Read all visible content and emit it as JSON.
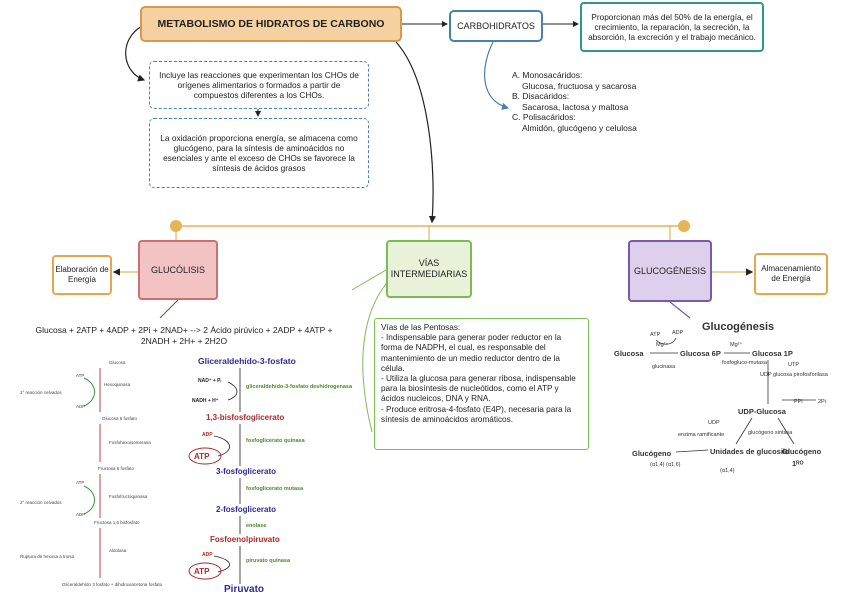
{
  "title": "METABOLISMO DE HIDRATOS DE CARBONO",
  "carbohidratos": "CARBOHIDRATOS",
  "proporcionan": "Proporcionan más del 50% de la energía, el crecimiento, la reparación, la secreción, la absorción, la excreción y el trabajo mecánico.",
  "incluye": "Incluye las reacciones que experimentan los CHOs de orígenes alimentarios o formados a partir de compuestos diferentes a los CHOs.",
  "oxidacion": "La oxidación proporciona energía, se almacena como glucógeno, para la síntesis de aminoácidos no esenciales y ante el exceso de CHOs se favorece la síntesis de ácidos grasos",
  "clasificacion": {
    "a": "A. Monosacáridos:",
    "a_items": "Glucosa, fructuosa y sacarosa",
    "b": "B. Disacáridos:",
    "b_items": "Sacarosa, lactosa y maltosa",
    "c": "C. Polisacáridos:",
    "c_items": "Almidón, glucógeno y celulosa"
  },
  "glucolisis": "GLUCÓLISIS",
  "elaboracion": "Elaboración de Energía",
  "vias": "VÍAS INTERMEDIARIAS",
  "glucogenesis": "GLUCOGÉNESIS",
  "almacenamiento": "Almacenamiento de Energía",
  "pentosas": {
    "heading": "Vías de las Pentosas:",
    "p1": "- Indispensable para generar poder reductor en la forma de NADPH, el cual, es responsable del mantenimiento de un medio reductor dentro de la célula.",
    "p2": "- Utiliza la glucosa para generar ribosa, indispensable para la biosíntesis de nucleótidos, como el ATP y ácidos nucleicos, DNA y RNA.",
    "p3": "- Produce eritrosa-4-fosfato (E4P), necesaria para la síntesis de aminoácidos aromáticos."
  },
  "equation_line1": "Glucosa + 2ATP + 4ADP + 2Pi + 2NAD+ --> 2 Ácido pirúvico + 2ADP + 4ATP +",
  "equation_line2": "2NADH + 2H+ + 2H2O",
  "glycolysis_detail": {
    "gap": "Gliceraldehído-3-fosfato",
    "nad": "NAD⁺ + Pᵢ",
    "nadh": "NADH + H⁺",
    "gapdh": "gliceraldehído-3-fosfato deshidrogenasa",
    "bpg": "1,3-bisfosfoglicerato",
    "adp1": "ADP",
    "pgk": "fosfoglicerato quinasa",
    "atp1": "ATP",
    "pg3": "3-fosfoglicerato",
    "pgm": "fosfoglicerato mutasa",
    "pg2": "2-fosfoglicerato",
    "enolase": "enolase",
    "pep": "Fosfoenolpiruvato",
    "adp2": "ADP",
    "pk": "piruvato quinasa",
    "atp2": "ATP",
    "piruvato": "Piruvato"
  },
  "glucogenesis_detail": {
    "title": "Glucogénesis",
    "atp": "ATP",
    "adp": "ADP",
    "mg": "Mg²⁺",
    "mg2": "Mg²⁺",
    "glucosa": "Glucosa",
    "glucosa6p": "Glucosa 6P",
    "glucosa1p": "Glucosa 1P",
    "glucinasa": "glucinasa",
    "fosfoglucomutasa": "fosfogluco-mutasa",
    "utp": "UTP",
    "udp_pirofosforilasa": "UDP glucosa pirofosforilasa",
    "ppi": "PPi",
    "two_pi": "2Pi",
    "udp_glucosa": "UDP-Glucosa",
    "udp": "UDP",
    "glucogeno_sintasa": "glucógeno sintasa",
    "enzima_ramificante": "enzima ramificante",
    "glucogeno": "Glucógeno",
    "a14a16": "(α1,4) (α1,6)",
    "unidades": "Unidades de glucosilo",
    "a14": "(α1,4)",
    "glucogeno1": "Glucógeno",
    "primer": "1ᴿᴼ"
  },
  "left_chain": {
    "glucosa": "Glucosa",
    "hexoquinasa": "Hexoquinasa",
    "atp1": "ATP",
    "adp1": "ADP",
    "reaccion1": "1° reacción celvados",
    "g6f": "Glucosa 6 fosfato",
    "fosfohexoisomerasa": "Fosfohexoisomerasa",
    "f6f": "Fructosa 6 fosfato",
    "fosfofructoquinasa": "Fosfofructoquinasa",
    "atp2": "ATP",
    "adp2": "ADP",
    "reaccion2": "2° reacción celvados",
    "f16": "Fructosa 1,6 bisfosfato",
    "aldolasa": "Aldolasa",
    "ruptura": "Ruptura de hexosa a triosa",
    "final": "Gliceraldehído 3 fosfato + dihidroxiacetona fosfato"
  }
}
